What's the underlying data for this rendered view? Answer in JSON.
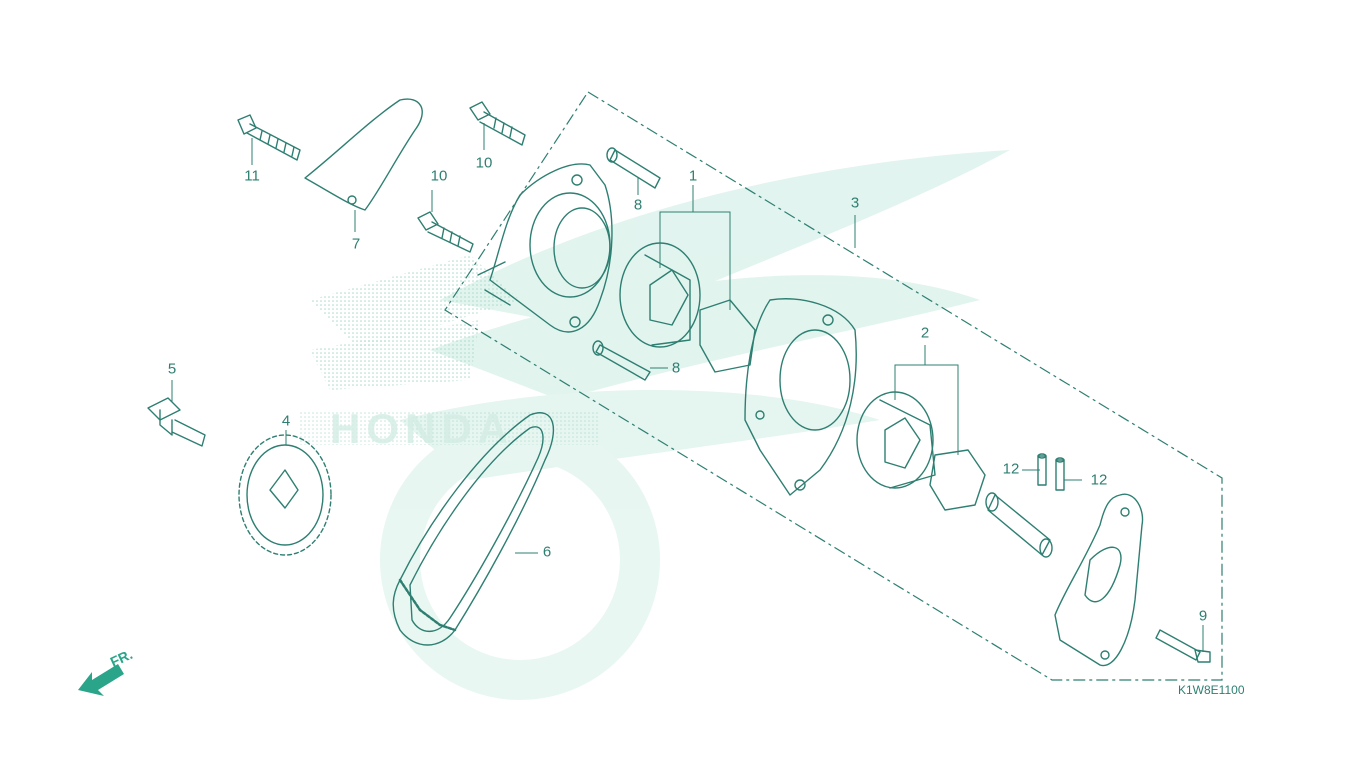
{
  "diagram": {
    "callouts": {
      "c1": "1",
      "c2": "2",
      "c3": "3",
      "c4": "4",
      "c5": "5",
      "c6": "6",
      "c7": "7",
      "c8a": "8",
      "c8b": "8",
      "c9": "9",
      "c10a": "10",
      "c10b": "10",
      "c11": "11",
      "c12a": "12",
      "c12b": "12"
    },
    "diagram_code": "K1W8E1100",
    "front_marker": "FR.",
    "watermark": "HONDA",
    "colors": {
      "line": "#2e7f72",
      "watermark": "#cfece4",
      "arrow": "#2aa58a"
    }
  }
}
